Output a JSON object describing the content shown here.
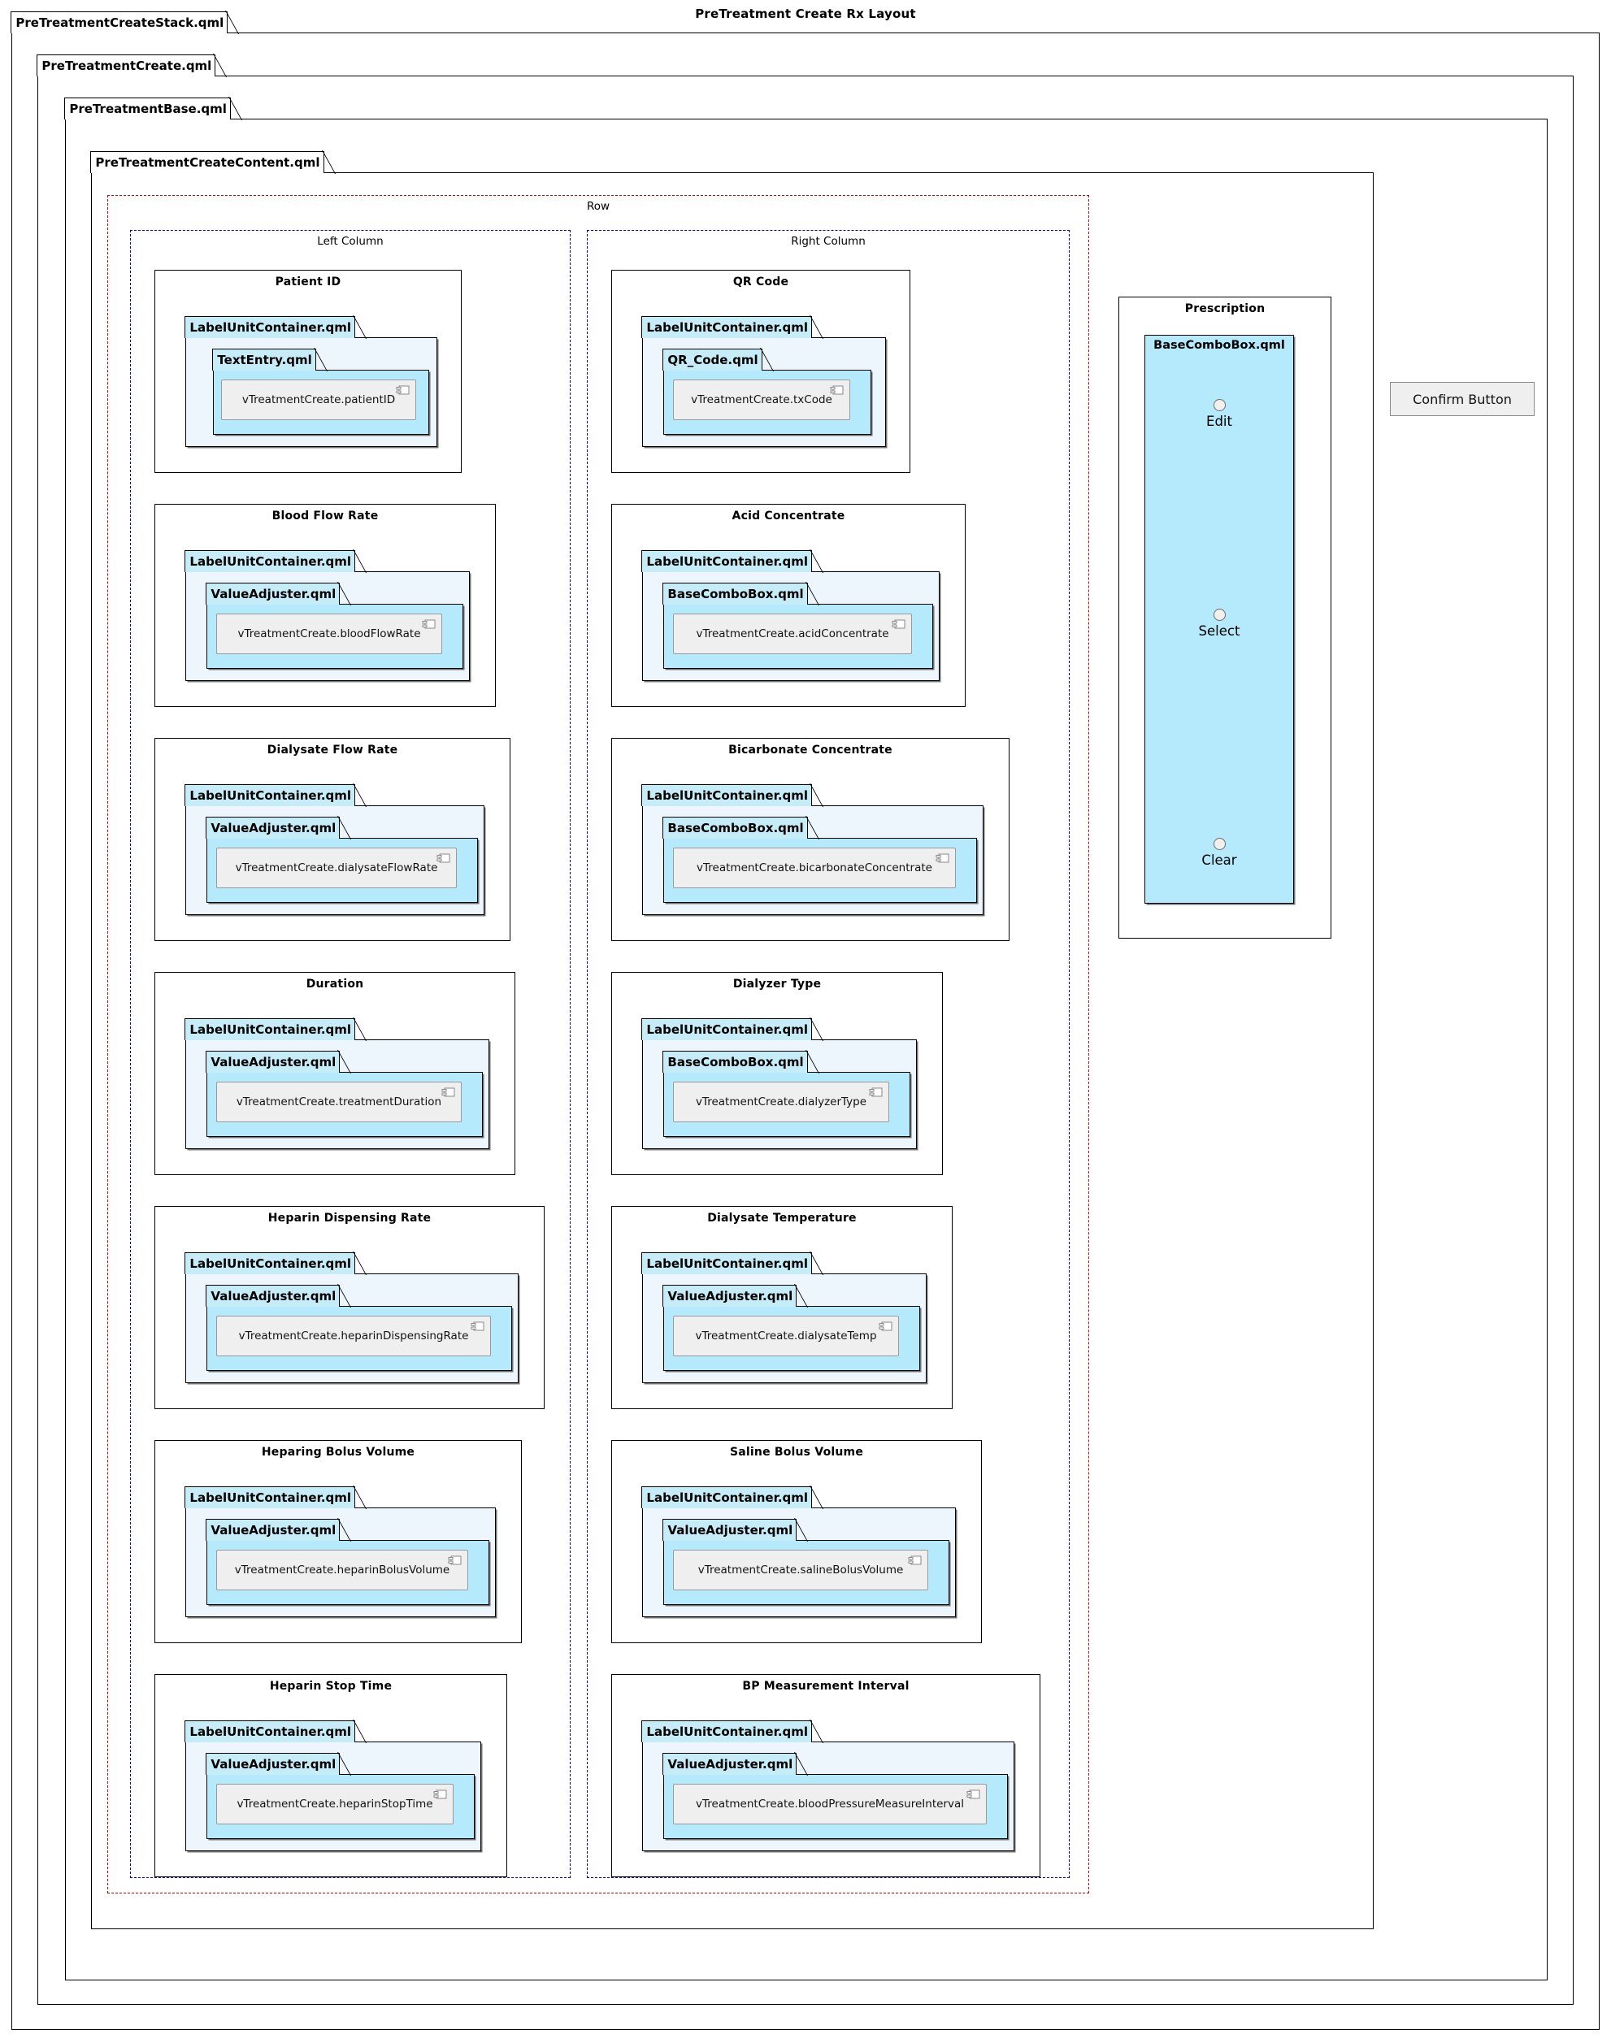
{
  "diagram": {
    "title": "PreTreatment Create Rx Layout"
  },
  "frames": {
    "stack": "PreTreatmentCreateStack.qml",
    "create": "PreTreatmentCreate.qml",
    "base": "PreTreatmentBase.qml",
    "content": "PreTreatmentCreateContent.qml"
  },
  "groups": {
    "row": "Row",
    "left_column": "Left Column",
    "right_column": "Right Column",
    "prescription": "Prescription"
  },
  "package_names": {
    "label_unit_container": "LabelUnitContainer.qml",
    "text_entry": "TextEntry.qml",
    "value_adjuster": "ValueAdjuster.qml",
    "base_combo_box": "BaseComboBox.qml",
    "qr_code": "QR_Code.qml"
  },
  "left_column_blocks": [
    {
      "title": "Patient ID",
      "outer_pkg": "LabelUnitContainer.qml",
      "inner_pkg": "TextEntry.qml",
      "component": "vTreatmentCreate.patientID"
    },
    {
      "title": "Blood Flow Rate",
      "outer_pkg": "LabelUnitContainer.qml",
      "inner_pkg": "ValueAdjuster.qml",
      "component": "vTreatmentCreate.bloodFlowRate"
    },
    {
      "title": "Dialysate Flow Rate",
      "outer_pkg": "LabelUnitContainer.qml",
      "inner_pkg": "ValueAdjuster.qml",
      "component": "vTreatmentCreate.dialysateFlowRate"
    },
    {
      "title": "Duration",
      "outer_pkg": "LabelUnitContainer.qml",
      "inner_pkg": "ValueAdjuster.qml",
      "component": "vTreatmentCreate.treatmentDuration"
    },
    {
      "title": "Heparin Dispensing Rate",
      "outer_pkg": "LabelUnitContainer.qml",
      "inner_pkg": "ValueAdjuster.qml",
      "component": "vTreatmentCreate.heparinDispensingRate"
    },
    {
      "title": "Heparing Bolus Volume",
      "outer_pkg": "LabelUnitContainer.qml",
      "inner_pkg": "ValueAdjuster.qml",
      "component": "vTreatmentCreate.heparinBolusVolume"
    },
    {
      "title": "Heparin Stop Time",
      "outer_pkg": "LabelUnitContainer.qml",
      "inner_pkg": "ValueAdjuster.qml",
      "component": "vTreatmentCreate.heparinStopTime"
    }
  ],
  "right_column_blocks": [
    {
      "title": "QR Code",
      "outer_pkg": "LabelUnitContainer.qml",
      "inner_pkg": "QR_Code.qml",
      "component": "vTreatmentCreate.txCode"
    },
    {
      "title": "Acid Concentrate",
      "outer_pkg": "LabelUnitContainer.qml",
      "inner_pkg": "BaseComboBox.qml",
      "component": "vTreatmentCreate.acidConcentrate"
    },
    {
      "title": "Bicarbonate Concentrate",
      "outer_pkg": "LabelUnitContainer.qml",
      "inner_pkg": "BaseComboBox.qml",
      "component": "vTreatmentCreate.bicarbonateConcentrate"
    },
    {
      "title": "Dialyzer Type",
      "outer_pkg": "LabelUnitContainer.qml",
      "inner_pkg": "BaseComboBox.qml",
      "component": "vTreatmentCreate.dialyzerType"
    },
    {
      "title": "Dialysate Temperature",
      "outer_pkg": "LabelUnitContainer.qml",
      "inner_pkg": "ValueAdjuster.qml",
      "component": "vTreatmentCreate.dialysateTemp"
    },
    {
      "title": "Saline Bolus Volume",
      "outer_pkg": "LabelUnitContainer.qml",
      "inner_pkg": "ValueAdjuster.qml",
      "component": "vTreatmentCreate.salineBolusVolume"
    },
    {
      "title": "BP Measurement Interval",
      "outer_pkg": "LabelUnitContainer.qml",
      "inner_pkg": "ValueAdjuster.qml",
      "component": "vTreatmentCreate.bloodPressureMeasureInterval"
    }
  ],
  "prescription": {
    "group_title": "Prescription",
    "combo_title": "BaseComboBox.qml",
    "items": [
      "Edit",
      "Select",
      "Clear"
    ]
  },
  "confirm_button": {
    "label": "Confirm Button"
  },
  "colors": {
    "package_outer_fill": "#eef6fd",
    "package_inner_fill": "#b4eafb",
    "package_tab_fill": "#c6ecf8",
    "component_fill": "#efefef",
    "row_border": "#cc0000",
    "column_border": "#0000cc"
  }
}
